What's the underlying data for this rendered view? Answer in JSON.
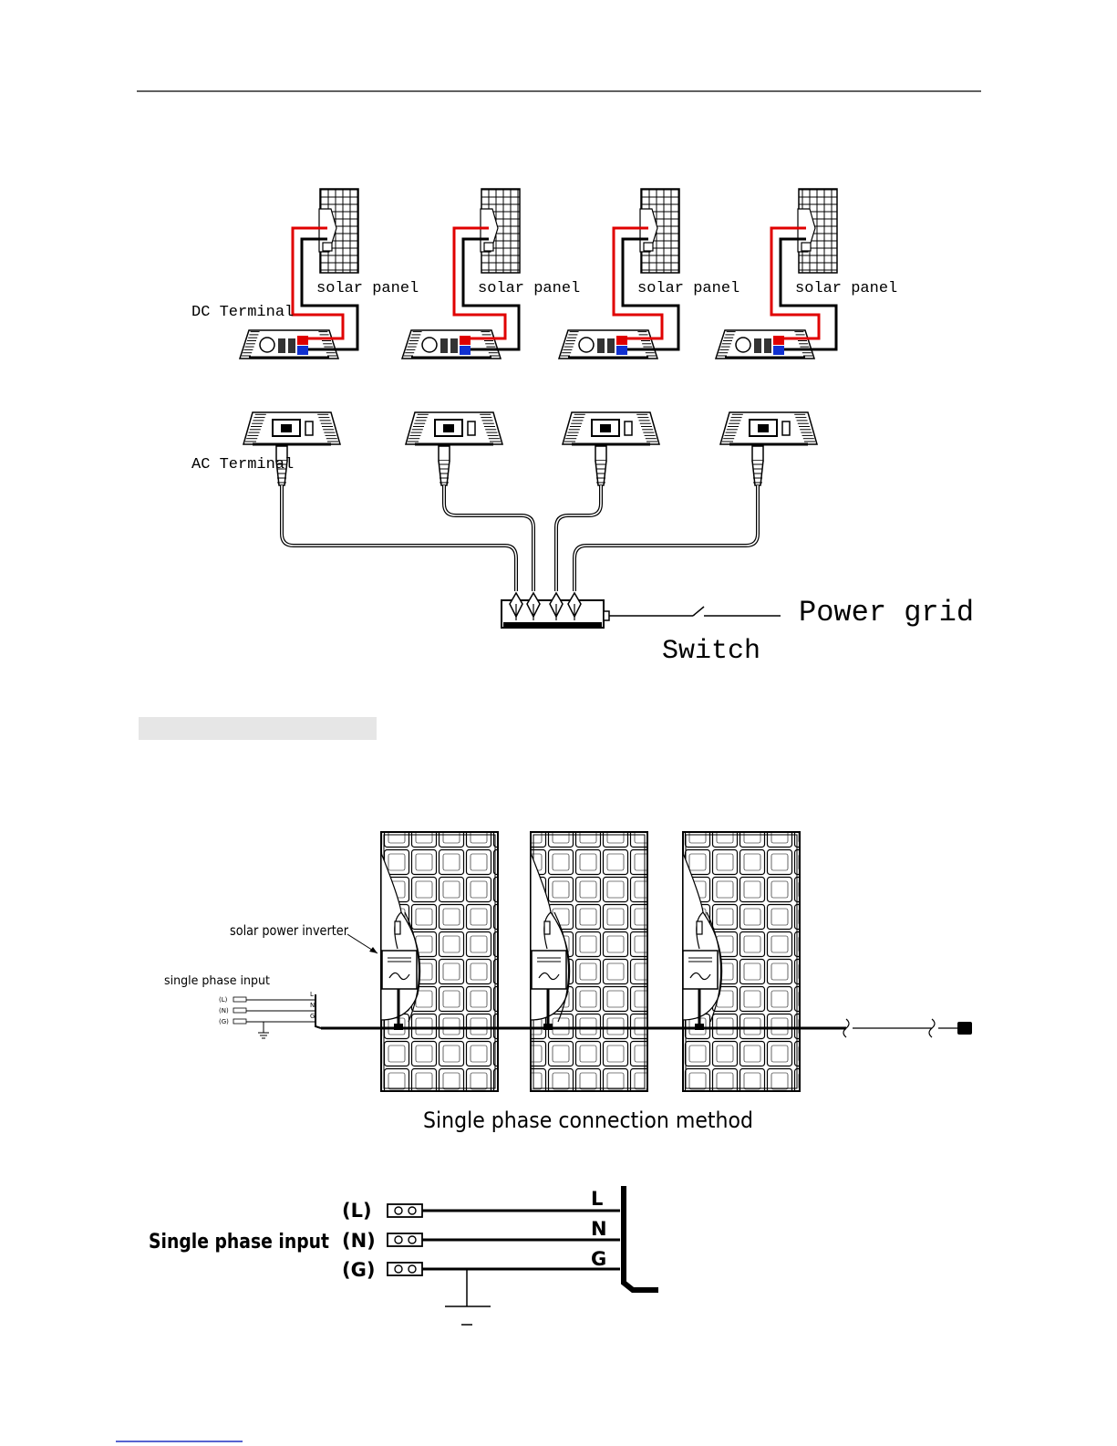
{
  "figure1": {
    "dc_terminal_label": "DC Terminal",
    "ac_terminal_label": "AC Terminal",
    "solar_panel_label": "solar panel",
    "power_grid_label": "Power grid",
    "switch_label": "Switch",
    "inverter_count": 4
  },
  "figure2": {
    "inverter_label": "solar power inverter",
    "input_label": "single phase input",
    "terminals": [
      "(L)",
      "(N)",
      "(G)"
    ],
    "bus_letters": [
      "L",
      "N",
      "G"
    ],
    "caption": "Single phase connection method",
    "panel_count": 3
  },
  "figure3": {
    "input_label": "Single phase input",
    "terminals": [
      "(L)",
      "(N)",
      "(G)"
    ],
    "bus_letters": [
      "L",
      "N",
      "G"
    ]
  },
  "colors": {
    "line": "#000000",
    "positive_wire": "#e00000",
    "negative_wire": "#000000",
    "positive_terminal": "#e00000",
    "negative_terminal": "#1030d0",
    "highlight_bar": "#e6e6e6",
    "cable": "#555555"
  }
}
